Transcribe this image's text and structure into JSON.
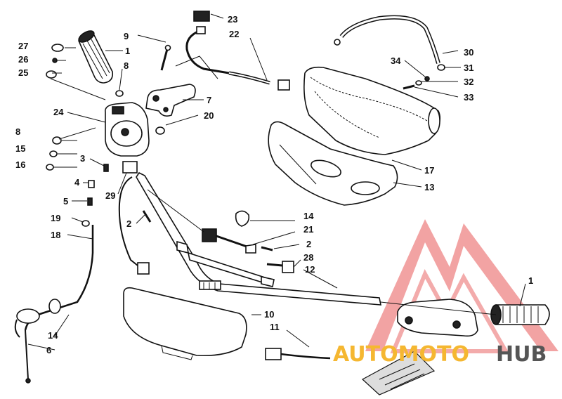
{
  "labels": {
    "l1a": "1",
    "l1b": "1",
    "l2a": "2",
    "l2b": "2",
    "l3": "3",
    "l4": "4",
    "l5": "5",
    "l6": "6",
    "l7": "7",
    "l8a": "8",
    "l8b": "8",
    "l9": "9",
    "l10": "10",
    "l11": "11",
    "l12": "12",
    "l13": "13",
    "l14a": "14",
    "l14b": "14",
    "l15": "15",
    "l16": "16",
    "l17": "17",
    "l18": "18",
    "l19": "19",
    "l20": "20",
    "l21": "21",
    "l22": "22",
    "l23": "23",
    "l24": "24",
    "l25": "25",
    "l26": "26",
    "l27": "27",
    "l28": "28",
    "l29": "29",
    "l30": "30",
    "l31": "31",
    "l32": "32",
    "l33": "33",
    "l34": "34"
  },
  "watermark": {
    "text_a": "AUTOMOTO",
    "text_b": "HUB",
    "color_a": "#f5b731",
    "color_b": "#555555",
    "logo_color": "#e33a3a"
  }
}
